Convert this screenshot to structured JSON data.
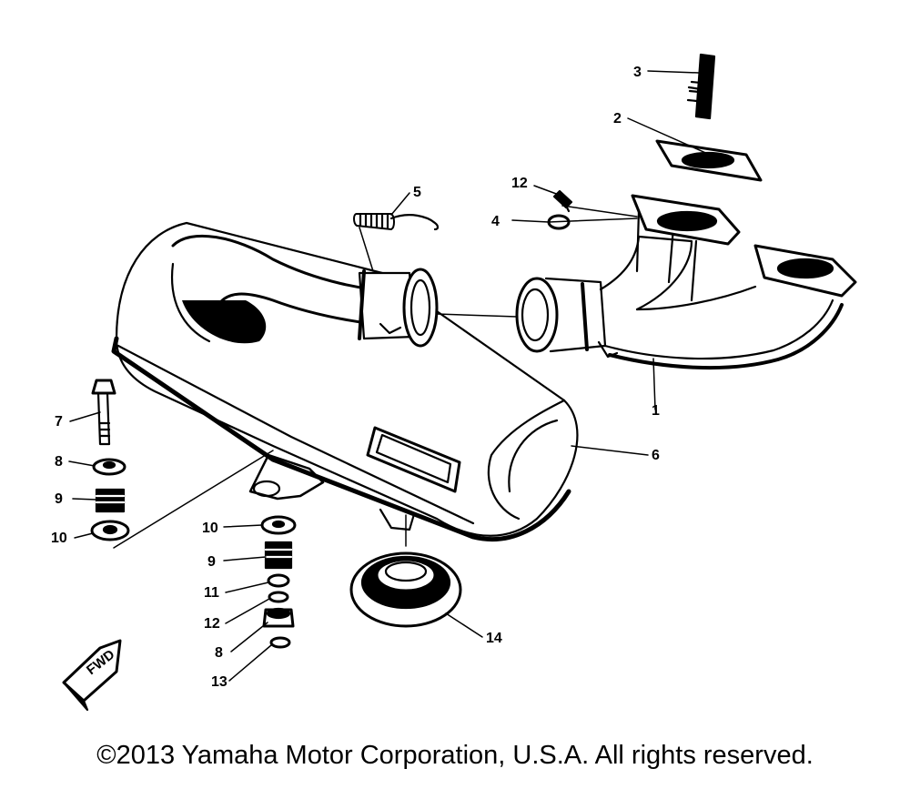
{
  "callouts": [
    {
      "id": "c1",
      "text": "1"
    },
    {
      "id": "c2",
      "text": "2"
    },
    {
      "id": "c3",
      "text": "3"
    },
    {
      "id": "c4",
      "text": "4"
    },
    {
      "id": "c5",
      "text": "5"
    },
    {
      "id": "c6",
      "text": "6"
    },
    {
      "id": "c7",
      "text": "7"
    },
    {
      "id": "c8a",
      "text": "8"
    },
    {
      "id": "c9a",
      "text": "9"
    },
    {
      "id": "c10a",
      "text": "10"
    },
    {
      "id": "c10b",
      "text": "10"
    },
    {
      "id": "c9b",
      "text": "9"
    },
    {
      "id": "c11",
      "text": "11"
    },
    {
      "id": "c12a",
      "text": "12"
    },
    {
      "id": "c12b",
      "text": "12"
    },
    {
      "id": "c8b",
      "text": "8"
    },
    {
      "id": "c13",
      "text": "13"
    },
    {
      "id": "c14",
      "text": "14"
    }
  ],
  "fwd_mark": "FWD",
  "copyright": "©2013 Yamaha Motor Corporation, U.S.A. All rights reserved."
}
